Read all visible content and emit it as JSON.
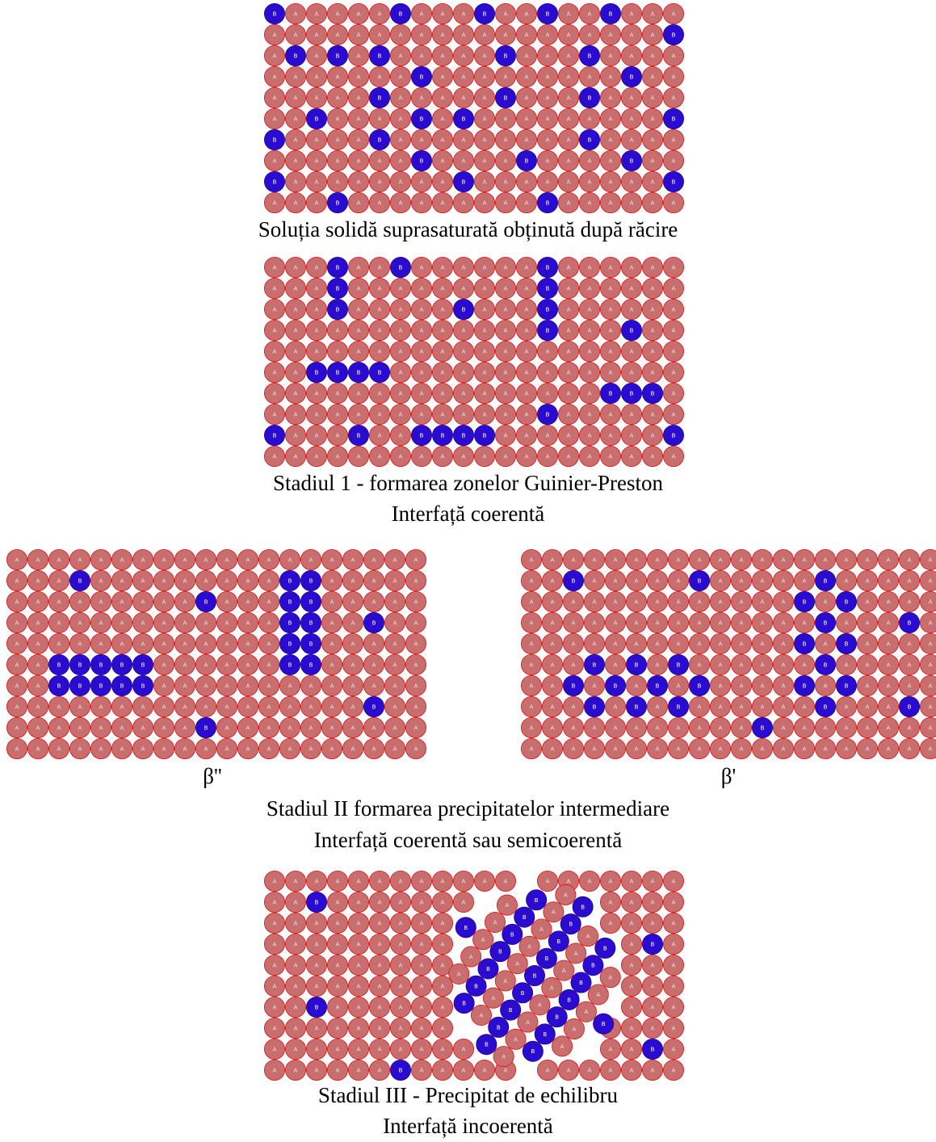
{
  "colors": {
    "atom_a": "#c96e6e",
    "atom_a_stroke": "#e01010",
    "atom_b": "#2c0bd0",
    "atom_b_stroke": "#1a0a8a",
    "background": "#ffffff"
  },
  "atom_labels": {
    "a": "A",
    "b": "B"
  },
  "panels": [
    {
      "id": "supersaturated",
      "caption_lines": [
        "Soluția solidă suprasaturată obținută după răcire"
      ],
      "rows": 10,
      "cols": 20,
      "b_atoms": [
        [
          0,
          0
        ],
        [
          0,
          6
        ],
        [
          0,
          10
        ],
        [
          0,
          13
        ],
        [
          0,
          16
        ],
        [
          1,
          19
        ],
        [
          2,
          1
        ],
        [
          2,
          3
        ],
        [
          2,
          5
        ],
        [
          2,
          11
        ],
        [
          2,
          15
        ],
        [
          3,
          7
        ],
        [
          3,
          17
        ],
        [
          4,
          5
        ],
        [
          4,
          11
        ],
        [
          4,
          15
        ],
        [
          5,
          2
        ],
        [
          5,
          7
        ],
        [
          5,
          9
        ],
        [
          5,
          19
        ],
        [
          6,
          0
        ],
        [
          6,
          5
        ],
        [
          6,
          15
        ],
        [
          7,
          7
        ],
        [
          7,
          12
        ],
        [
          7,
          17
        ],
        [
          8,
          0
        ],
        [
          8,
          9
        ],
        [
          8,
          19
        ],
        [
          9,
          3
        ],
        [
          9,
          13
        ]
      ]
    },
    {
      "id": "stage1",
      "caption_lines": [
        "Stadiul 1 - formarea zonelor Guinier-Preston",
        "Interfață coerentă"
      ],
      "rows": 10,
      "cols": 20,
      "b_atoms": [
        [
          0,
          3
        ],
        [
          0,
          6
        ],
        [
          0,
          13
        ],
        [
          1,
          3
        ],
        [
          1,
          13
        ],
        [
          2,
          3
        ],
        [
          2,
          9
        ],
        [
          2,
          13
        ],
        [
          3,
          13
        ],
        [
          3,
          17
        ],
        [
          5,
          2
        ],
        [
          5,
          3
        ],
        [
          5,
          4
        ],
        [
          5,
          5
        ],
        [
          6,
          16
        ],
        [
          6,
          17
        ],
        [
          6,
          18
        ],
        [
          7,
          13
        ],
        [
          8,
          0
        ],
        [
          8,
          4
        ],
        [
          8,
          7
        ],
        [
          8,
          8
        ],
        [
          8,
          9
        ],
        [
          8,
          10
        ],
        [
          8,
          19
        ]
      ]
    },
    {
      "id": "beta_double_prime",
      "label": "β''",
      "rows": 10,
      "cols": 20,
      "b_atoms": [
        [
          1,
          3
        ],
        [
          1,
          13
        ],
        [
          1,
          14
        ],
        [
          2,
          9
        ],
        [
          2,
          13
        ],
        [
          2,
          14
        ],
        [
          3,
          13
        ],
        [
          3,
          14
        ],
        [
          3,
          17
        ],
        [
          4,
          13
        ],
        [
          4,
          14
        ],
        [
          5,
          2
        ],
        [
          5,
          3
        ],
        [
          5,
          4
        ],
        [
          5,
          5
        ],
        [
          5,
          6
        ],
        [
          5,
          13
        ],
        [
          5,
          14
        ],
        [
          6,
          2
        ],
        [
          6,
          3
        ],
        [
          6,
          4
        ],
        [
          6,
          5
        ],
        [
          6,
          6
        ],
        [
          7,
          17
        ],
        [
          8,
          9
        ]
      ]
    },
    {
      "id": "beta_prime",
      "label": "β'",
      "rows": 10,
      "cols": 20,
      "b_atoms": [
        [
          1,
          2
        ],
        [
          1,
          8
        ],
        [
          1,
          14
        ],
        [
          2,
          13
        ],
        [
          2,
          15
        ],
        [
          3,
          14
        ],
        [
          3,
          18
        ],
        [
          4,
          13
        ],
        [
          4,
          15
        ],
        [
          5,
          3
        ],
        [
          5,
          5
        ],
        [
          5,
          7
        ],
        [
          5,
          14
        ],
        [
          6,
          2
        ],
        [
          6,
          4
        ],
        [
          6,
          6
        ],
        [
          6,
          8
        ],
        [
          6,
          13
        ],
        [
          6,
          15
        ],
        [
          7,
          3
        ],
        [
          7,
          5
        ],
        [
          7,
          7
        ],
        [
          7,
          14
        ],
        [
          7,
          18
        ],
        [
          8,
          11
        ]
      ]
    },
    {
      "id": "stage3",
      "caption_lines": [
        "Stadiul III - Precipitat de echilibru",
        "Interfață incoerentă"
      ],
      "rows": 10,
      "cols": 20,
      "b_atoms": [
        [
          1,
          2
        ],
        [
          3,
          18
        ],
        [
          6,
          2
        ],
        [
          8,
          18
        ],
        [
          9,
          6
        ]
      ]
    }
  ],
  "stage2_caption_lines": [
    "Stadiul II formarea precipitatelor intermediare",
    "Interfață coerentă sau semicoerentă"
  ]
}
